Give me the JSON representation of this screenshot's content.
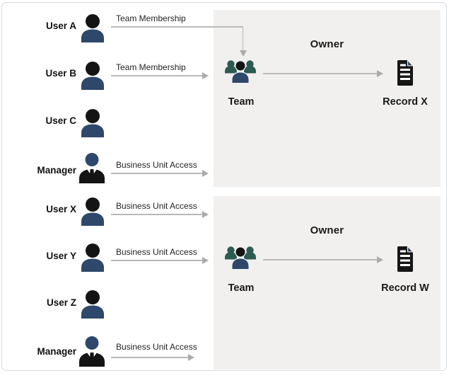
{
  "palette": {
    "navy": "#2e486b",
    "teal": "#2d5b52",
    "icon_black": "#141414",
    "group_box_bg": "#f1f0ee",
    "connector_gray": "#b9b9b9",
    "text": "#1a1a1a"
  },
  "users": [
    {
      "name": "User A",
      "role": "user",
      "access_label": "Team Membership"
    },
    {
      "name": "User B",
      "role": "user",
      "access_label": "Team Membership"
    },
    {
      "name": "User C",
      "role": "user",
      "access_label": null
    },
    {
      "name": "Manager",
      "role": "manager",
      "access_label": "Business Unit Access"
    },
    {
      "name": "User X",
      "role": "user",
      "access_label": "Business Unit Access"
    },
    {
      "name": "User Y",
      "role": "user",
      "access_label": "Business Unit Access"
    },
    {
      "name": "User Z",
      "role": "user",
      "access_label": null
    },
    {
      "name": "Manager",
      "role": "manager",
      "access_label": "Business Unit Access"
    }
  ],
  "groups": [
    {
      "owner_label": "Owner",
      "team_label": "Team",
      "record_label": "Record X"
    },
    {
      "owner_label": "Owner",
      "team_label": "Team",
      "record_label": "Record W"
    }
  ]
}
